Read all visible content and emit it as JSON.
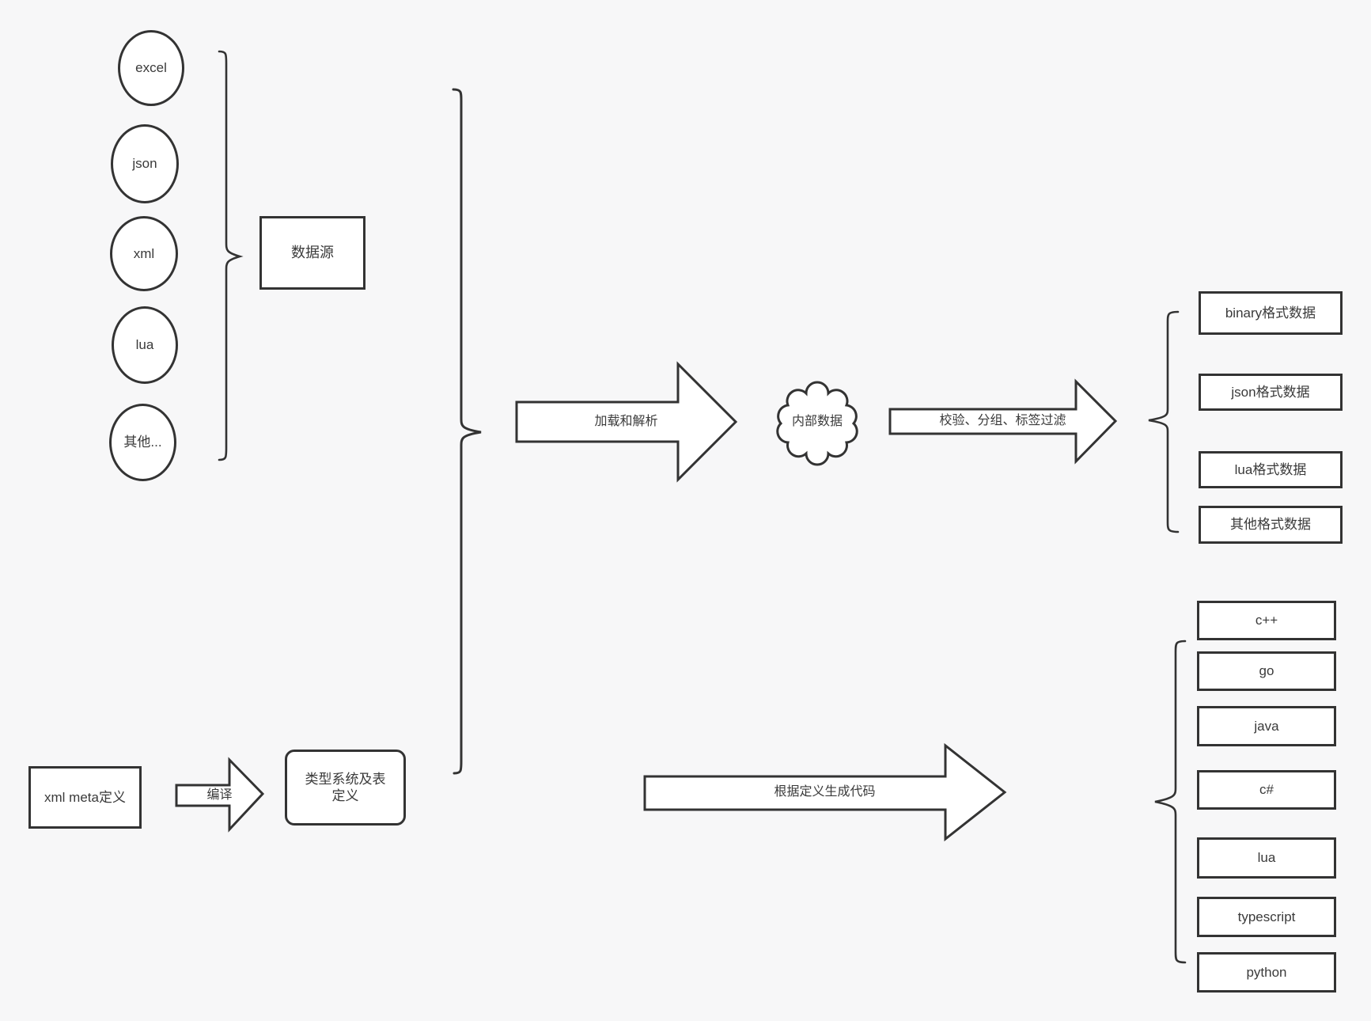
{
  "diagram": {
    "colors": {
      "background": "#f7f7f8",
      "stroke": "#333333",
      "shape_fill": "#ffffff",
      "text": "#3a3a3a"
    },
    "sources": {
      "group_label": "数据源",
      "items": [
        {
          "label": "excel"
        },
        {
          "label": "json"
        },
        {
          "label": "xml"
        },
        {
          "label": "lua"
        },
        {
          "label": "其他..."
        }
      ]
    },
    "definitions": {
      "xml_meta_label": "xml meta定义",
      "compile_arrow_label": "编译",
      "type_system_label": "类型系统及表定义"
    },
    "process": {
      "load_parse_arrow_label": "加载和解析",
      "internal_data_label": "内部数据",
      "filter_arrow_label": "校验、分组、标签过滤",
      "codegen_arrow_label": "根据定义生成代码"
    },
    "output_formats": [
      {
        "label": "binary格式数据"
      },
      {
        "label": "json格式数据"
      },
      {
        "label": "lua格式数据"
      },
      {
        "label": "其他格式数据"
      }
    ],
    "languages": [
      {
        "label": "c++"
      },
      {
        "label": "go"
      },
      {
        "label": "java"
      },
      {
        "label": "c#"
      },
      {
        "label": "lua"
      },
      {
        "label": "typescript"
      },
      {
        "label": "python"
      }
    ]
  }
}
